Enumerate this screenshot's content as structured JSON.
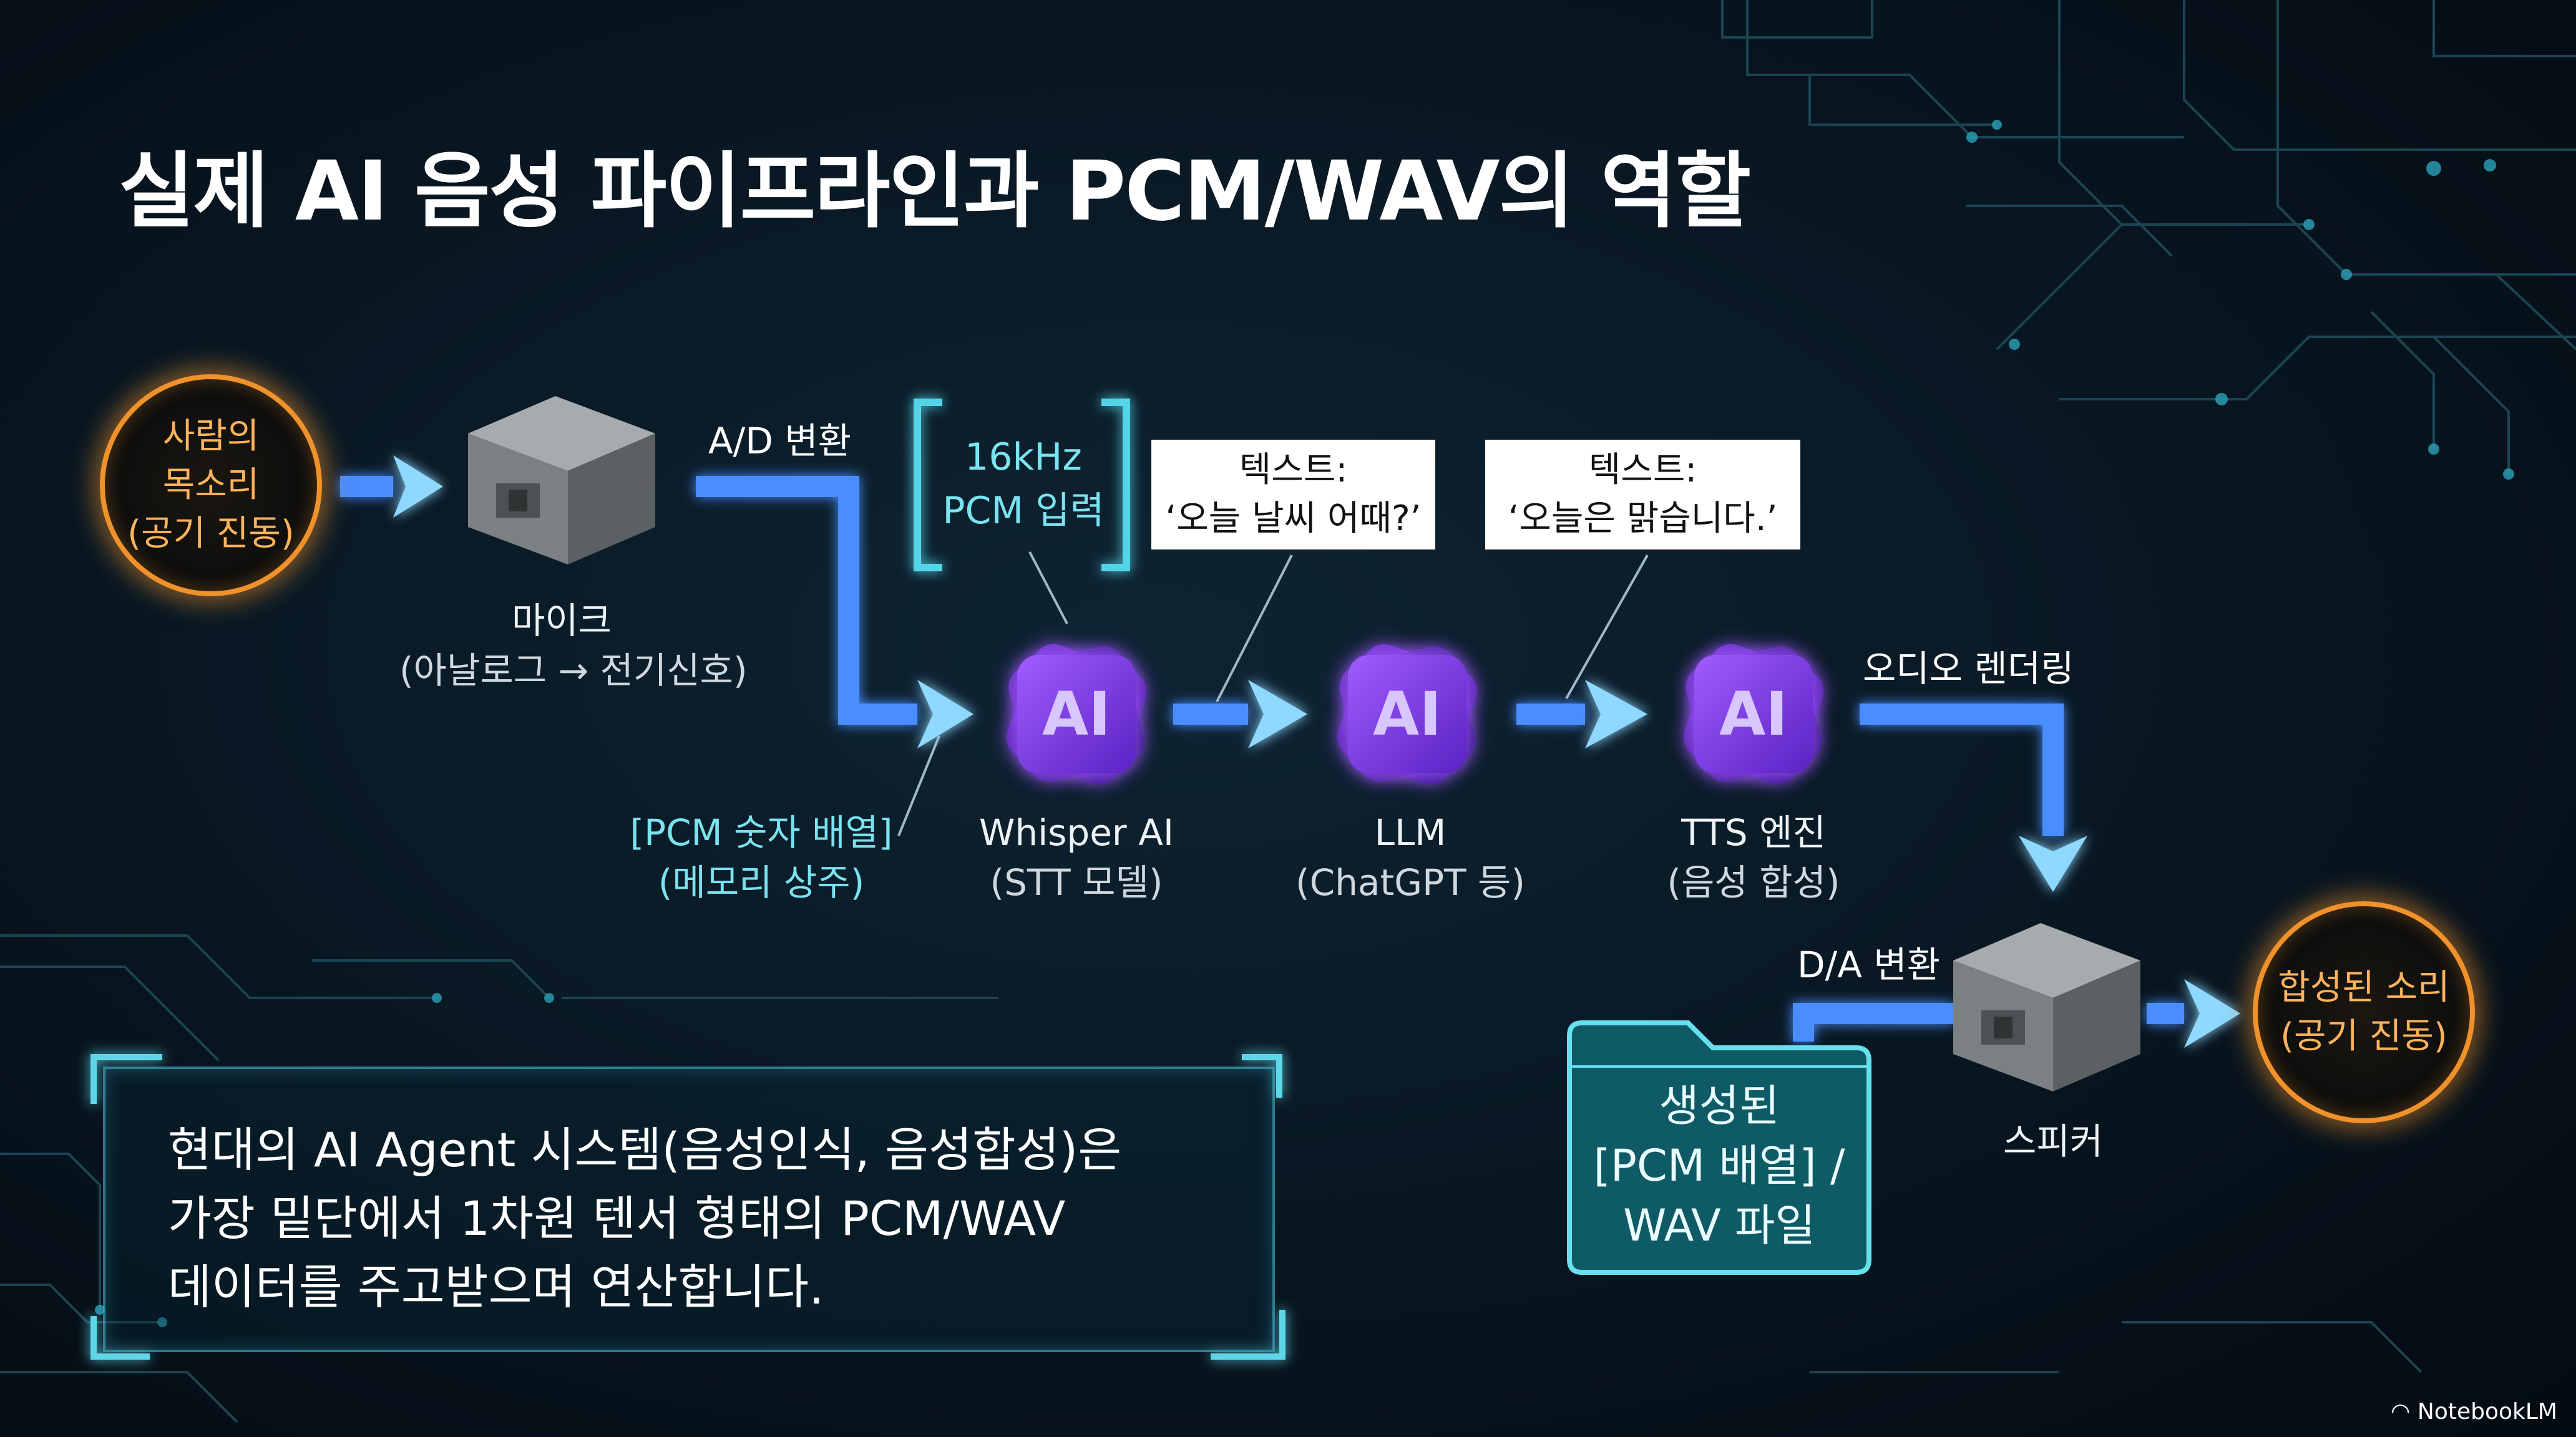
{
  "title": "실제 AI 음성 파이프라인과 PCM/WAV의 역할",
  "nodes": {
    "voice": {
      "line1": "사람의",
      "line2": "목소리",
      "line3": "(공기 진동)"
    },
    "mic": {
      "name": "마이크",
      "sub": "(아날로그 → 전기신호)"
    },
    "whisper": {
      "icon_text": "AI",
      "name": "Whisper AI",
      "sub": "(STT 모델)"
    },
    "llm": {
      "icon_text": "AI",
      "name": "LLM",
      "sub": "(ChatGPT 등)"
    },
    "tts": {
      "icon_text": "AI",
      "name": "TTS 엔진",
      "sub": "(음성 합성)"
    },
    "speaker": {
      "name": "스피커"
    },
    "output": {
      "line1": "합성된 소리",
      "line2": "(공기 진동)"
    },
    "file": {
      "line1": "생성된",
      "line2": "[PCM 배열] /",
      "line3": "WAV 파일"
    }
  },
  "annotations": {
    "ad": "A/D 변환",
    "pcm_input": {
      "line1": "16kHz",
      "line2": "PCM 입력"
    },
    "pcm_array": {
      "line1": "[PCM 숫자 배열]",
      "line2": "(메모리 상주)"
    },
    "text1": {
      "line1": "텍스트:",
      "line2": "‘오늘 날씨 어때?’"
    },
    "text2": {
      "line1": "텍스트:",
      "line2": "‘오늘은 맑습니다.’"
    },
    "rendering": "오디오 렌더링",
    "da": "D/A 변환"
  },
  "note": {
    "line1": "현대의 AI Agent 시스템(음성인식, 음성합성)은",
    "line2": "가장 밑단에서 1차원 텐서 형태의 PCM/WAV",
    "line3": "데이터를 주고받으며 연산합니다."
  },
  "brand": "NotebookLM",
  "colors": {
    "arrow": "#4a90ff",
    "orange_glow": "#f0922b",
    "cyan": "#5fd6e8",
    "ai_purple": "#8b3ff0",
    "background": "#081621"
  }
}
